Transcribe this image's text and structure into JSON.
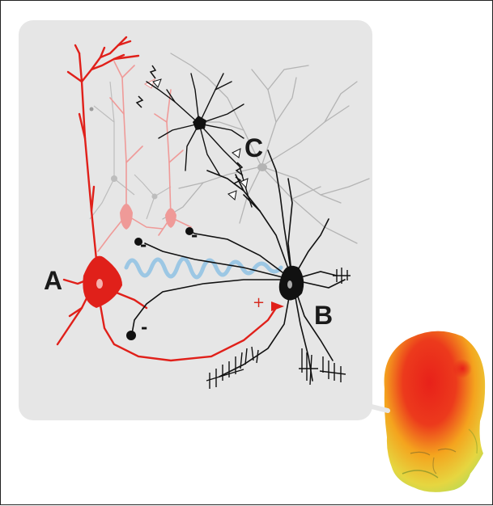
{
  "labels": {
    "a": "A",
    "b": "B",
    "c": "C"
  },
  "signs": {
    "inhibitory_1": "-",
    "inhibitory_2": "-",
    "inhibitory_3": "-",
    "excitatory": "+"
  },
  "colors": {
    "panel_bg": "#e6e6e6",
    "neuron_a": "#e0201a",
    "neuron_a_faded": "#ef9a98",
    "neuron_b": "#111111",
    "neuron_c": "#b4b4b4",
    "oscillation": "#9cc7e4",
    "head_hot": "#e8211a",
    "head_warm": "#f4a41e",
    "head_cool": "#cfe35a"
  },
  "icons": {
    "neuron_a": "pyramidal-neuron-red",
    "neuron_b": "interneuron-black",
    "neuron_c": "neuron-gray",
    "oscillation": "sine-wave",
    "head": "eeg-head-heatmap"
  }
}
